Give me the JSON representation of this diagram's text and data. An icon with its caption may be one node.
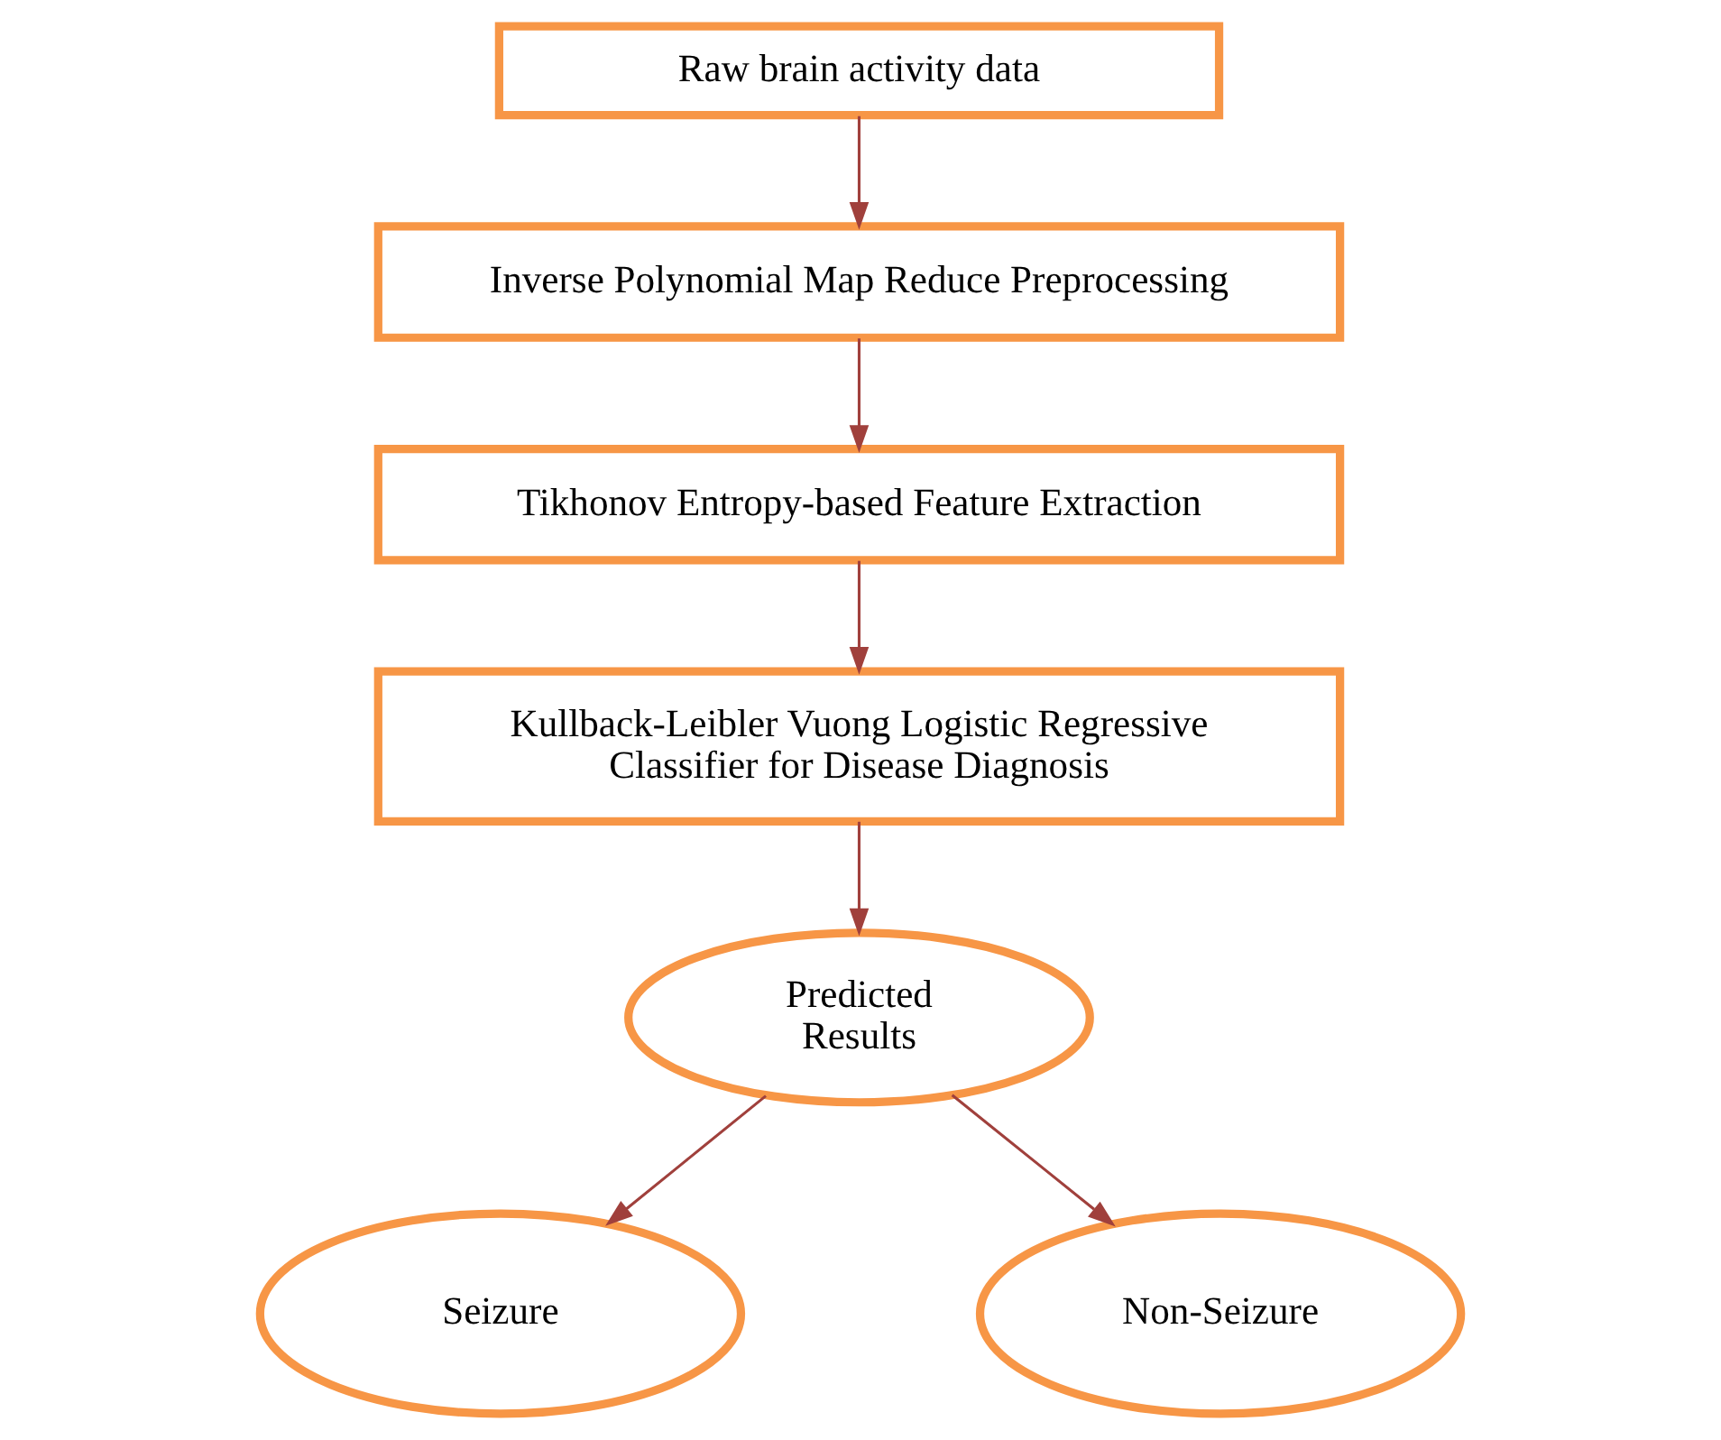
{
  "diagram": {
    "nodes": [
      {
        "text": [
          "Raw brain activity data"
        ]
      },
      {
        "text": [
          "Inverse Polynomial Map Reduce Preprocessing"
        ]
      },
      {
        "text": [
          "Tikhonov Entropy-based Feature Extraction"
        ]
      },
      {
        "text": [
          "Kullback-Leibler Vuong Logistic Regressive Classifier for Disease Diagnosis"
        ]
      },
      {
        "text": [
          "Predicted Results"
        ]
      },
      {
        "text": [
          "Seizure"
        ]
      },
      {
        "text": [
          "Non-Seizure"
        ]
      }
    ],
    "edges": [
      {
        "from": 0,
        "to": 1,
        "arrow": "to"
      },
      {
        "from": 1,
        "to": 2,
        "arrow": "to"
      },
      {
        "from": 2,
        "to": 3,
        "arrow": "to"
      },
      {
        "from": 3,
        "to": 4,
        "arrow": "to"
      },
      {
        "from": 4,
        "to": 5,
        "arrow": "to"
      },
      {
        "from": 4,
        "to": 6,
        "arrow": "to"
      }
    ]
  }
}
